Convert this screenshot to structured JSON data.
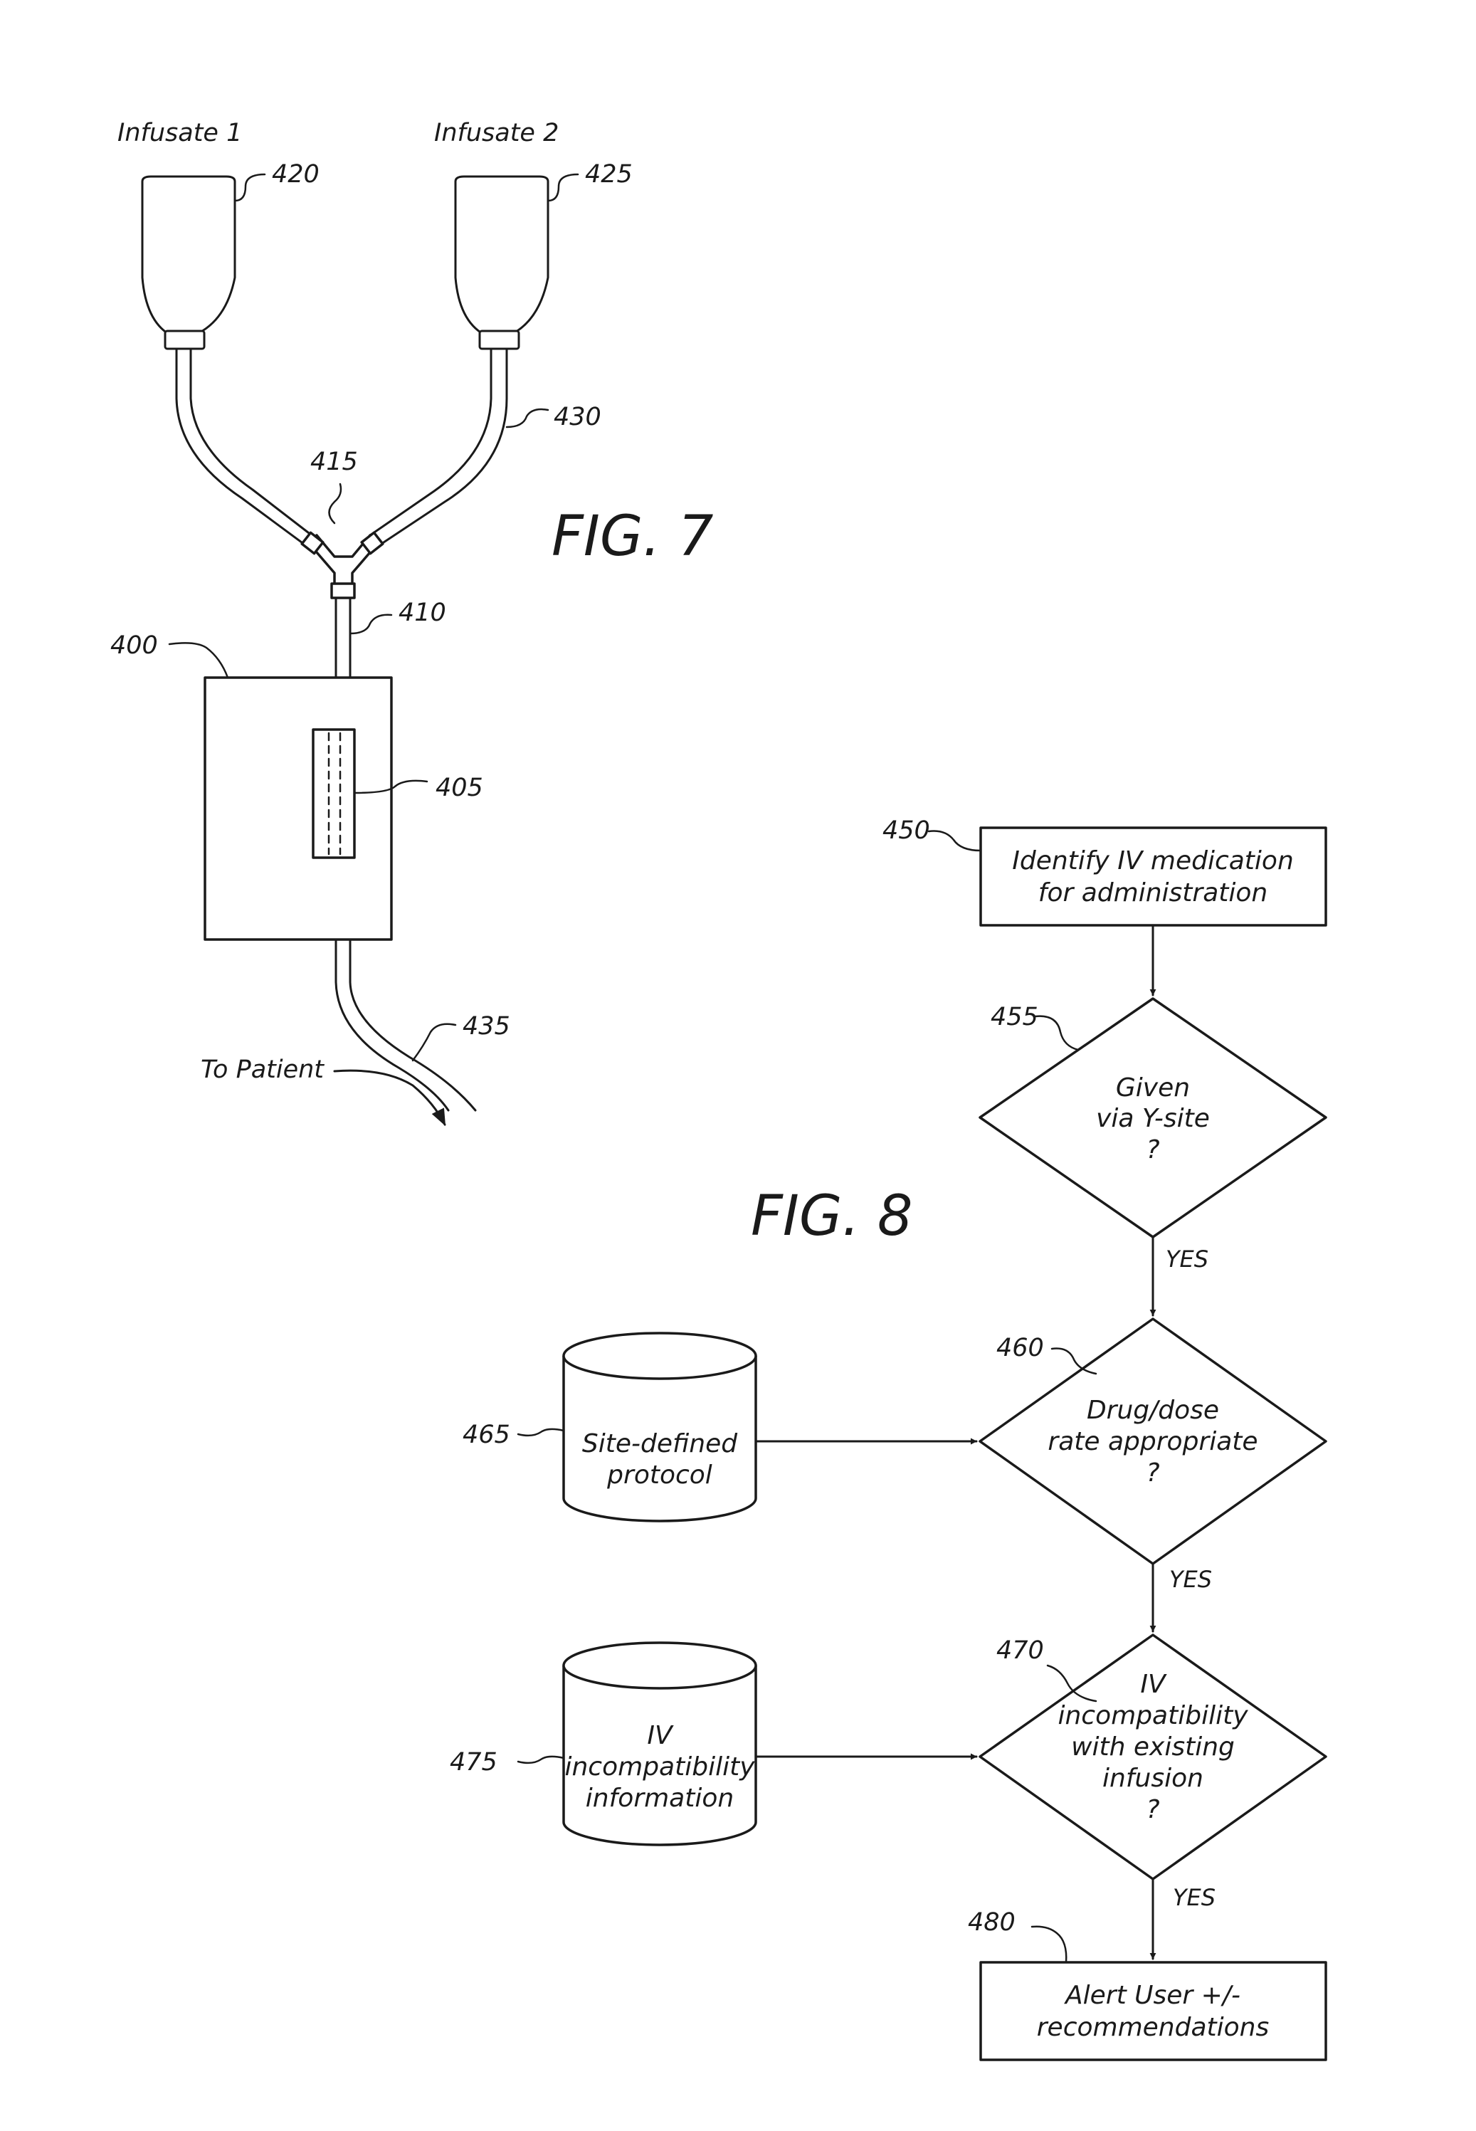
{
  "fig7": {
    "title": "FIG. 7",
    "labels": {
      "infusate_1": "Infusate 1",
      "infusate_2": "Infusate 2",
      "to_patient": "To Patient"
    },
    "refs": {
      "r400": "400",
      "r405": "405",
      "r410": "410",
      "r415": "415",
      "r420": "420",
      "r425": "425",
      "r430": "430",
      "r435": "435"
    }
  },
  "fig8": {
    "title": "FIG. 8",
    "nodes": {
      "n450": {
        "ref": "450",
        "lines": [
          "Identify IV medication",
          "for administration"
        ]
      },
      "n455": {
        "ref": "455",
        "lines": [
          "Given",
          "via Y-site",
          "?"
        ]
      },
      "n460": {
        "ref": "460",
        "lines": [
          "Drug/dose",
          "rate appropriate",
          "?"
        ]
      },
      "n465": {
        "ref": "465",
        "lines": [
          "Site-defined",
          "protocol"
        ]
      },
      "n470": {
        "ref": "470",
        "lines": [
          "IV",
          "incompatibility",
          "with existing",
          "infusion",
          "?"
        ]
      },
      "n475": {
        "ref": "475",
        "lines": [
          "IV",
          "incompatibility",
          "information"
        ]
      },
      "n480": {
        "ref": "480",
        "lines": [
          "Alert User +/-",
          "recommendations"
        ]
      }
    },
    "edges": {
      "yes_455": "YES",
      "yes_460": "YES",
      "yes_470": "YES"
    }
  }
}
